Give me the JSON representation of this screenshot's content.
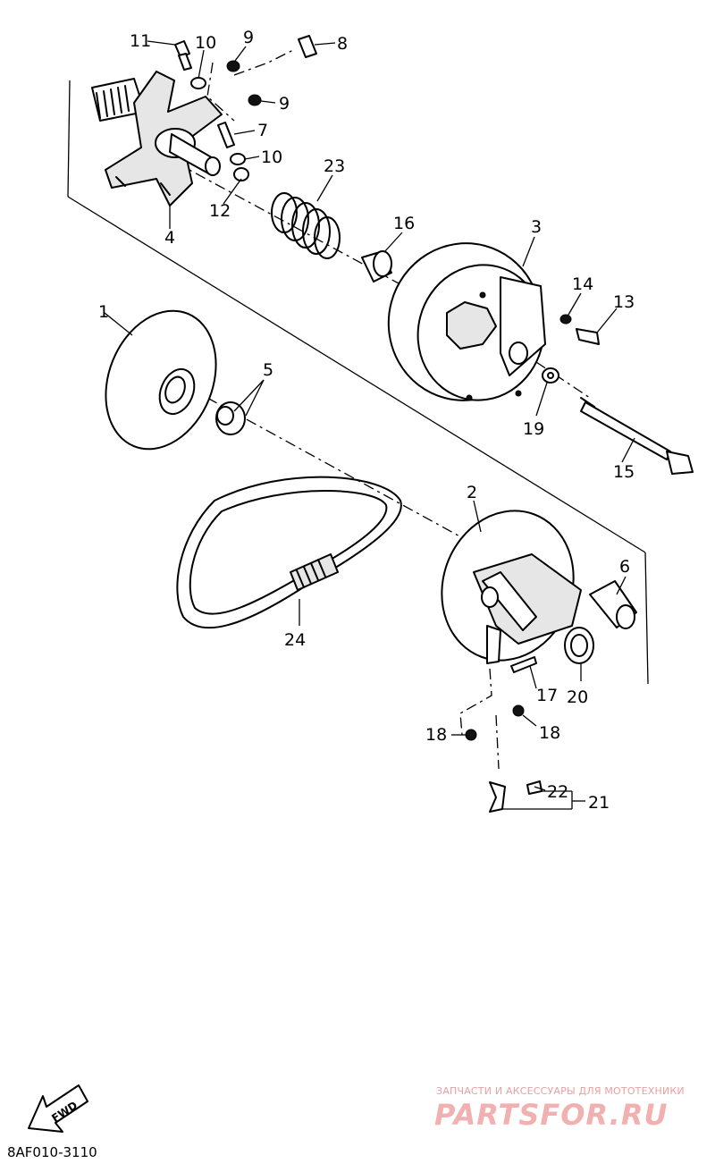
{
  "diagram_code": "8AF010-3110",
  "fwd_label": "FWD",
  "watermark": {
    "tagline": "ЗАПЧАСТИ И АКСЕССУАРЫ ДЛЯ МОТОТЕХНИКИ",
    "logo": "PARTSFOR.RU"
  },
  "callouts": {
    "c1": "1",
    "c2": "2",
    "c3": "3",
    "c4": "4",
    "c5": "5",
    "c6": "6",
    "c7": "7",
    "c8": "8",
    "c9a": "9",
    "c9b": "9",
    "c10a": "10",
    "c10b": "10",
    "c11": "11",
    "c12": "12",
    "c13": "13",
    "c14": "14",
    "c15": "15",
    "c16": "16",
    "c17": "17",
    "c18a": "18",
    "c18b": "18",
    "c19": "19",
    "c20": "20",
    "c21": "21",
    "c22": "22",
    "c23": "23",
    "c24": "24"
  }
}
